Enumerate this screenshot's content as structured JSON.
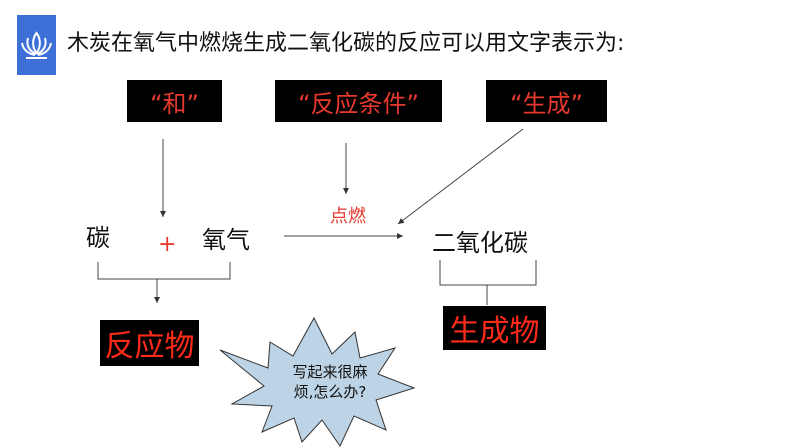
{
  "title": "木炭在氧气中燃烧生成二氧化碳的反应可以用文字表示为:",
  "labels": {
    "he": "“和”",
    "condition": "“反应条件”",
    "produce": "“生成”"
  },
  "equation": {
    "reactant1": "碳",
    "plus": "+",
    "reactant2": "氧气",
    "condition": "点燃",
    "product": "二氧化碳"
  },
  "groups": {
    "reactants": "反应物",
    "products": "生成物"
  },
  "bubble": {
    "line1": "写起来很麻",
    "line2": "烦,怎么办?"
  },
  "colors": {
    "logo": "#3d6fd6",
    "accent_red": "#e8392e",
    "box_bg": "#000000"
  },
  "icons": {
    "logo": "lotus-icon"
  }
}
